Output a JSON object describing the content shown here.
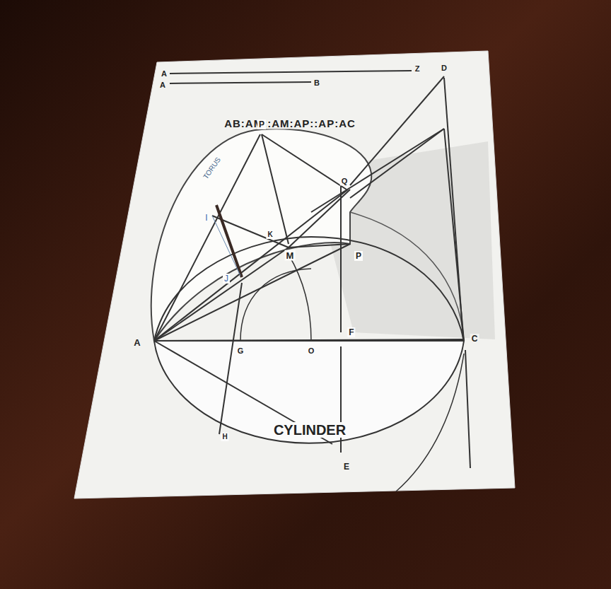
{
  "diagram": {
    "title": "AB:AM::AM:AP::AP:AC",
    "labels": [
      "A",
      "Z",
      "A",
      "B",
      "D",
      "P",
      "TORUS",
      "Q",
      "I",
      "K",
      "M",
      "P",
      "J",
      "A",
      "G",
      "O",
      "F",
      "C",
      "H",
      "CYLINDER",
      "E"
    ]
  }
}
